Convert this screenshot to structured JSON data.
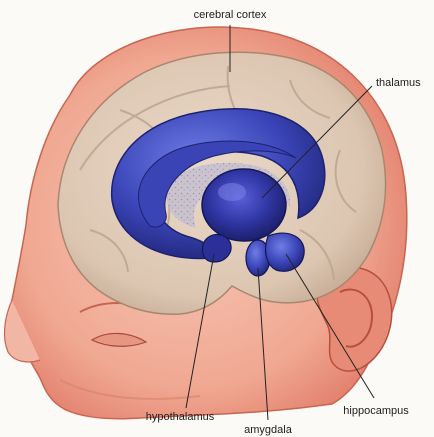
{
  "labels": {
    "cerebral_cortex": "cerebral cortex",
    "thalamus": "thalamus",
    "hypothalamus": "hypothalamus",
    "amygdala": "amygdala",
    "hippocampus": "hippocampus"
  },
  "colors": {
    "background": "#fbfaf6",
    "skin": "#f3b3a2",
    "skin_dark": "#e07d6a",
    "brain": "#e0cdbb",
    "brain_fold": "#bca48f",
    "limbic_blue": "#3b45b8",
    "limbic_dark": "#22287a",
    "leader_line": "#222222"
  }
}
